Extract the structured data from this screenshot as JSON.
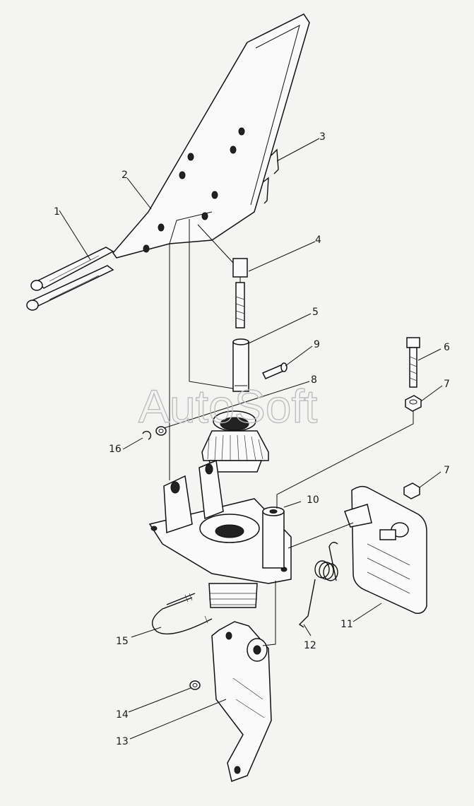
{
  "watermark": "AutoSoft",
  "callouts": [
    {
      "num": "1"
    },
    {
      "num": "2"
    },
    {
      "num": "3"
    },
    {
      "num": "4"
    },
    {
      "num": "5"
    },
    {
      "num": "6"
    },
    {
      "num": "7"
    },
    {
      "num": "8"
    },
    {
      "num": "9"
    },
    {
      "num": "16"
    },
    {
      "num": "7"
    },
    {
      "num": "10"
    },
    {
      "num": "11"
    },
    {
      "num": "12"
    },
    {
      "num": "15"
    },
    {
      "num": "14"
    },
    {
      "num": "13"
    }
  ],
  "colors": {
    "ink": "#111111",
    "paper": "#f4f4f2",
    "watermark": "#bdbdbd"
  }
}
